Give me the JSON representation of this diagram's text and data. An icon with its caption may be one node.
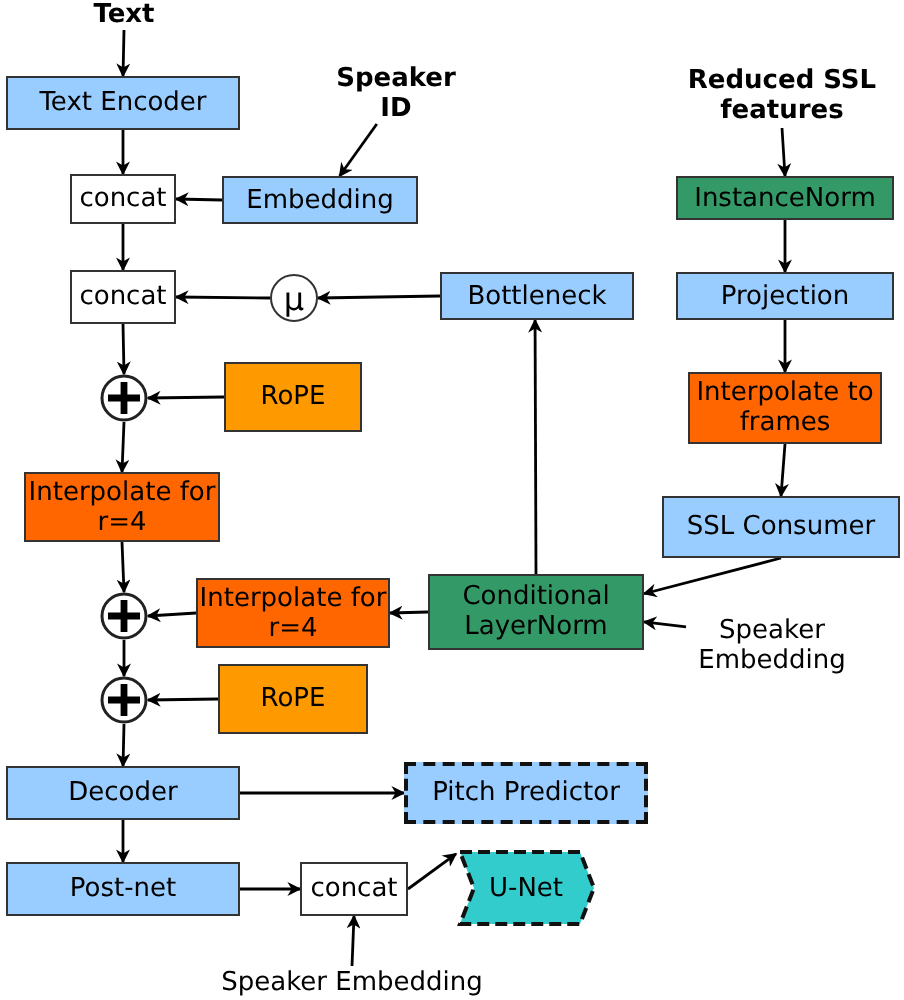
{
  "diagram": {
    "nodes": [
      {
        "text": [
          "Text"
        ]
      },
      {
        "text": [
          "Text Encoder"
        ]
      },
      {
        "text": [
          "Speaker ID"
        ]
      },
      {
        "text": [
          "concat"
        ]
      },
      {
        "text": [
          "Embedding"
        ]
      },
      {
        "text": [
          "Reduced SSL features"
        ]
      },
      {
        "text": [
          "InstanceNorm"
        ]
      },
      {
        "text": [
          "concat"
        ]
      },
      {
        "text": [
          "μ"
        ]
      },
      {
        "text": [
          "Bottleneck"
        ]
      },
      {
        "text": [
          "Projection"
        ]
      },
      {
        "text": [],
        "shape": "circle"
      },
      {
        "text": [
          "RoPE"
        ]
      },
      {
        "text": [
          "Interpolate to frames"
        ]
      },
      {
        "text": [
          "Interpolate for r=4"
        ]
      },
      {
        "text": [
          "SSL Consumer"
        ]
      },
      {
        "text": [],
        "shape": "circle"
      },
      {
        "text": [
          "Interpolate for r=4"
        ]
      },
      {
        "text": [
          "Conditional LayerNorm"
        ]
      },
      {
        "text": [
          "Speaker Embedding"
        ]
      },
      {
        "text": [],
        "shape": "circle"
      },
      {
        "text": [
          "RoPE"
        ]
      },
      {
        "text": [
          "Decoder"
        ]
      },
      {
        "text": [
          "Pitch Predictor"
        ]
      },
      {
        "text": [
          "Post-net"
        ]
      },
      {
        "text": [
          "concat"
        ]
      },
      {
        "text": [
          "U-Net"
        ]
      },
      {
        "text": [
          "Speaker Embedding"
        ]
      }
    ],
    "edges": [
      {
        "from": 0,
        "to": 1,
        "arrow": "to"
      },
      {
        "from": 1,
        "to": 3,
        "arrow": "to"
      },
      {
        "from": 2,
        "to": 4,
        "arrow": "to"
      },
      {
        "from": 4,
        "to": 3,
        "arrow": "to"
      },
      {
        "from": 3,
        "to": 7,
        "arrow": "to"
      },
      {
        "from": 9,
        "to": 8,
        "arrow": "to"
      },
      {
        "from": 8,
        "to": 7,
        "arrow": "to"
      },
      {
        "from": 7,
        "to": 11,
        "arrow": "to"
      },
      {
        "from": 12,
        "to": 11,
        "arrow": "to"
      },
      {
        "from": 11,
        "to": 14,
        "arrow": "to"
      },
      {
        "from": 14,
        "to": 16,
        "arrow": "to"
      },
      {
        "from": 17,
        "to": 16,
        "arrow": "to"
      },
      {
        "from": 18,
        "to": 17,
        "arrow": "to"
      },
      {
        "from": 18,
        "to": 9,
        "arrow": "to"
      },
      {
        "from": 16,
        "to": 20,
        "arrow": "to"
      },
      {
        "from": 21,
        "to": 20,
        "arrow": "to"
      },
      {
        "from": 20,
        "to": 22,
        "arrow": "to"
      },
      {
        "from": 22,
        "to": 23,
        "arrow": "to"
      },
      {
        "from": 22,
        "to": 24,
        "arrow": "to"
      },
      {
        "from": 24,
        "to": 25,
        "arrow": "to"
      },
      {
        "from": 25,
        "to": 26,
        "arrow": "to"
      },
      {
        "from": 27,
        "to": 25,
        "arrow": "to"
      },
      {
        "from": 5,
        "to": 6,
        "arrow": "to"
      },
      {
        "from": 6,
        "to": 10,
        "arrow": "to"
      },
      {
        "from": 10,
        "to": 13,
        "arrow": "to"
      },
      {
        "from": 13,
        "to": 15,
        "arrow": "to"
      },
      {
        "from": 15,
        "to": 18,
        "arrow": "to"
      },
      {
        "from": 19,
        "to": 18,
        "arrow": "to"
      }
    ]
  }
}
